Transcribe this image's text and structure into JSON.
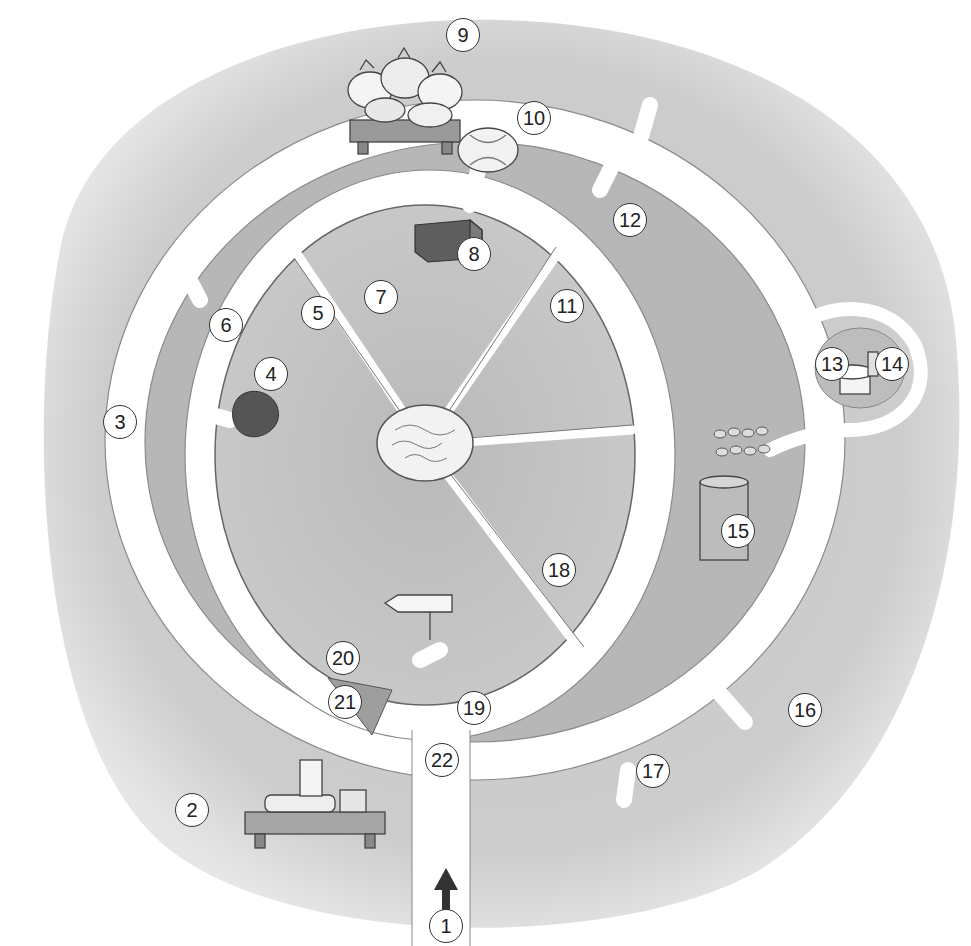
{
  "diagram": {
    "labels": [
      "9",
      "10",
      "8",
      "12",
      "7",
      "11",
      "5",
      "6",
      "13",
      "14",
      "3",
      "4",
      "15",
      "20",
      "18",
      "21",
      "16",
      "19",
      "22",
      "17",
      "2",
      "1"
    ]
  }
}
